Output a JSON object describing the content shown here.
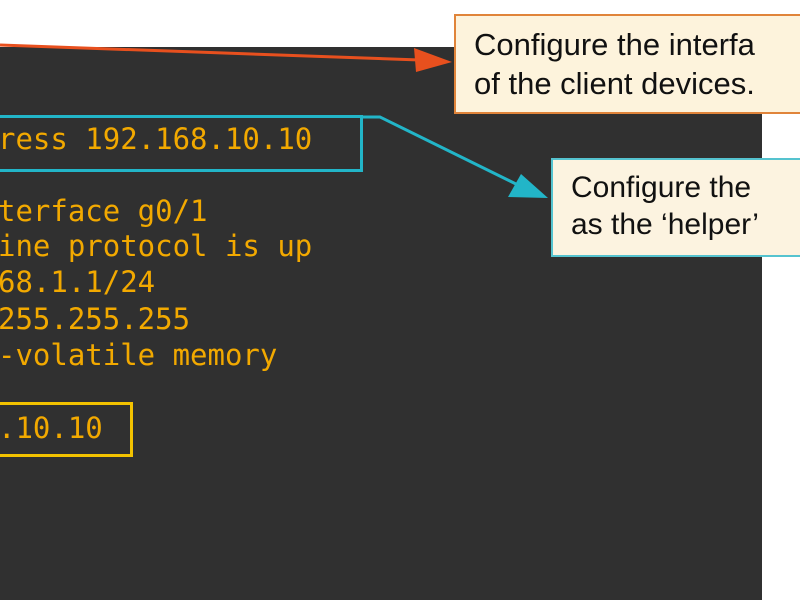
{
  "terminal": {
    "lines": [
      "ress 192.168.10.10",
      "terface g0/1",
      "ine protocol is up",
      "68.1.1/24",
      "255.255.255",
      "-volatile memory",
      ".10.10"
    ]
  },
  "callouts": {
    "interface": {
      "line1": "Configure the interfa",
      "line2": "of the client devices."
    },
    "helper": {
      "line1": "Configure the",
      "line2": "as the ‘helper’"
    }
  },
  "colors": {
    "terminal_bg": "#303030",
    "terminal_text": "#f2a900",
    "orange_arrow": "#e8501e",
    "teal_arrow": "#22b5c8",
    "yellow_box": "#f2c200"
  }
}
